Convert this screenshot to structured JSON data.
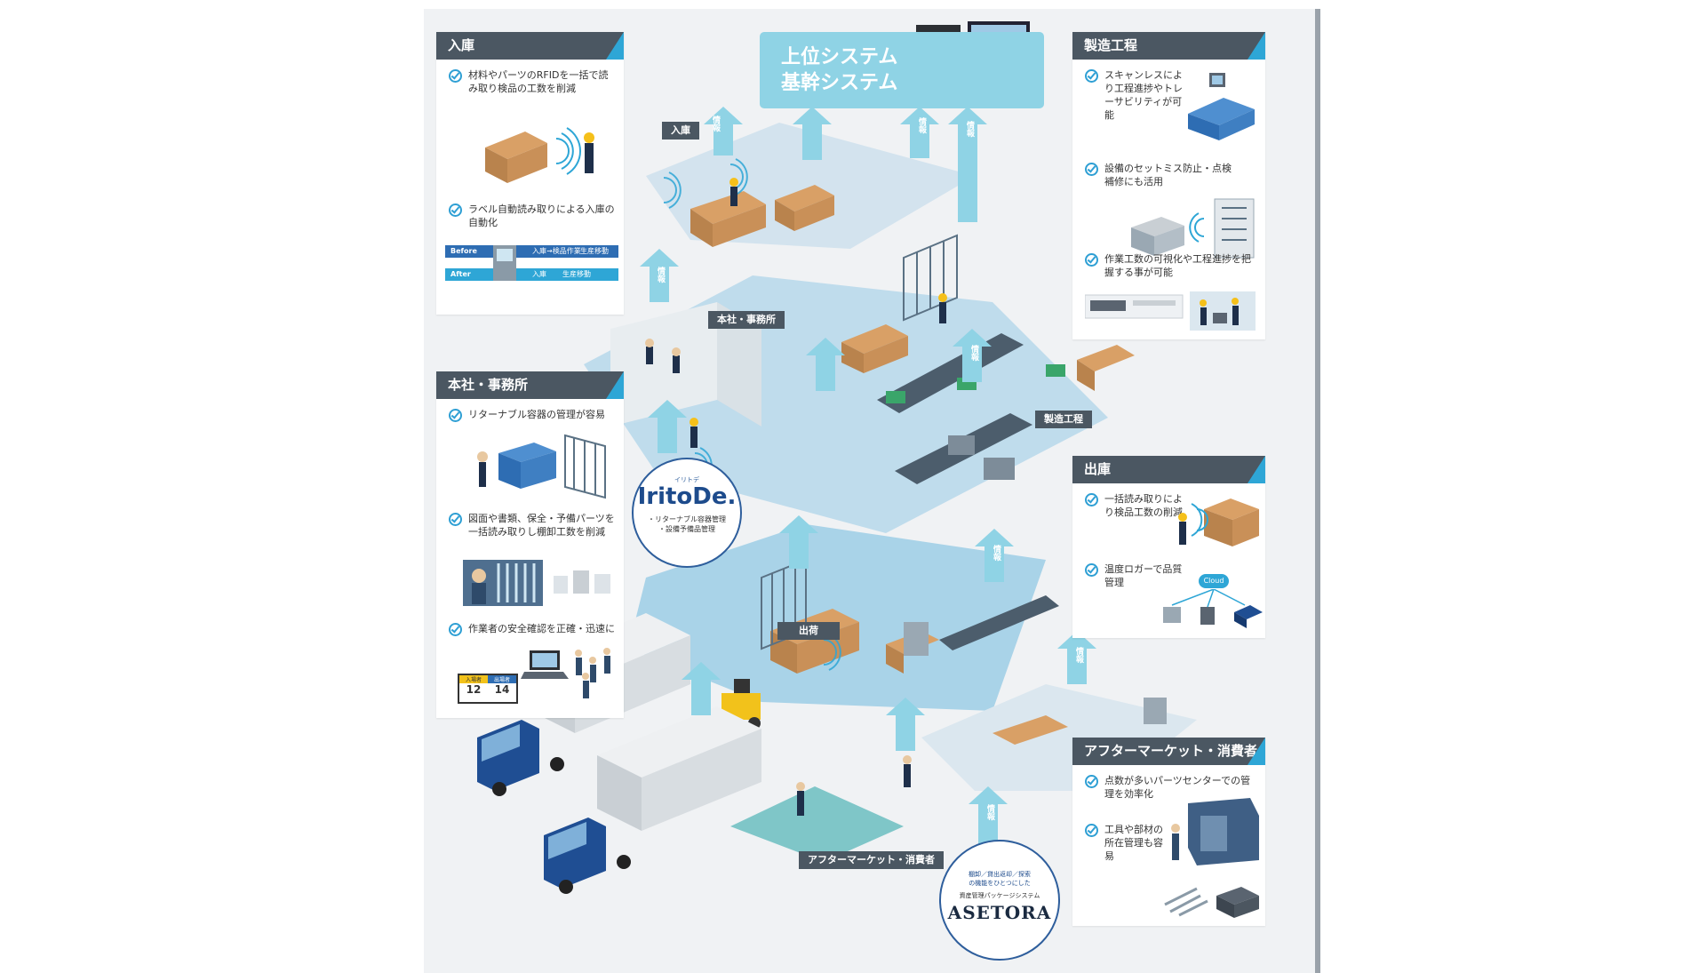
{
  "top_system": {
    "line1": "上位システム",
    "line2": "基幹システム"
  },
  "panels": {
    "inbound": {
      "title": "入庫",
      "items": [
        "材料やパーツのRFIDを一括で読み取り検品の工数を削減",
        "ラベル自動読み取りによる入庫の自動化"
      ],
      "flow": {
        "before_label": "Before",
        "before_steps": [
          "入庫→検品作業",
          "生産移動"
        ],
        "after_label": "After",
        "after_steps": [
          "入庫",
          "生産移動"
        ]
      }
    },
    "office": {
      "title": "本社・事務所",
      "items": [
        "リターナブル容器の管理が容易",
        "図面や書類、保全・予備パーツを一括読み取りし棚卸工数を削減",
        "作業者の安全確認を正確・迅速に"
      ],
      "counter": {
        "label_in": "入場者",
        "label_out": "出場者",
        "value_in": "12",
        "value_out": "14"
      }
    },
    "manufacturing": {
      "title": "製造工程",
      "items": [
        "スキャンレスにより工程進捗やトレーサビリティが可能",
        "設備のセットミス防止・点検補修にも活用",
        "作業工数の可視化や工程進捗を把握する事が可能"
      ]
    },
    "outbound": {
      "title": "出庫",
      "items": [
        "一括読み取りにより検品工数の削減",
        "温度ロガーで品質管理"
      ],
      "cloud_label": "Cloud"
    },
    "aftermarket": {
      "title": "アフターマーケット・消費者",
      "items": [
        "点数が多いパーツセンターでの管理を効率化",
        "工具や部材の所在管理も容易"
      ]
    }
  },
  "scene_labels": {
    "inbound": "入庫",
    "office": "本社・事務所",
    "manufacturing": "製造工程",
    "shipping": "出荷",
    "aftermarket": "アフターマーケット・消費者"
  },
  "info_label": "情報",
  "iritode": {
    "ruby": "イリトデ",
    "logo": "IritoDe.",
    "bullet1": "・リターナブル容器管理",
    "bullet2": "・設備予備品管理"
  },
  "asetora": {
    "line1": "棚卸／貸出返却／探索",
    "line2": "の機能をひとつにした",
    "line3": "資産管理パッケージシステム",
    "logo": "ASETORA"
  },
  "colors": {
    "panel_header": "#4b5762",
    "accent": "#2ea6d6",
    "floor": "#cfe6f2",
    "system_box": "#8fd3e5",
    "arrow": "#8fd3e5",
    "truck_cab": "#1f4e93",
    "logo_blue": "#2e5e9c"
  }
}
